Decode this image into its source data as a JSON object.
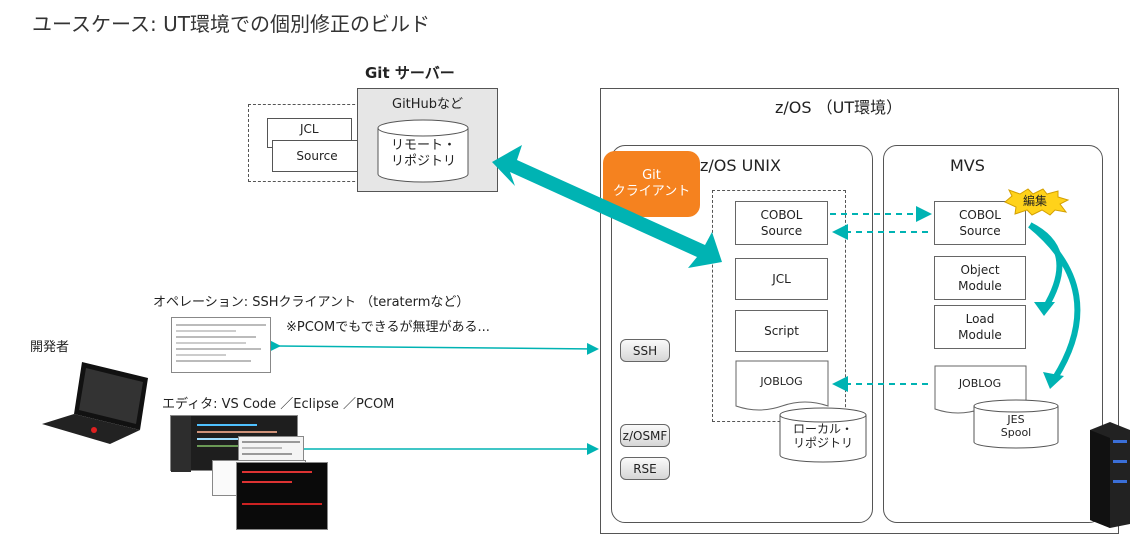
{
  "title": "ユースケース: UT環境での個別修正のビルド",
  "git_server": {
    "title": "Git サーバー",
    "host_label": "GitHubなど",
    "repo_label": "リモート・\nリポジトリ",
    "jcl": "JCL",
    "source": "Source"
  },
  "zos": {
    "title": "z/OS （UT環境）",
    "unix_title": "z/OS UNIX",
    "mvs_title": "MVS",
    "git_client": "Git\nクライアント",
    "ssh": "SSH",
    "zosmf": "z/OSMF",
    "rse": "RSE",
    "local_repo": "ローカル・\nリポジトリ",
    "unix_items": {
      "cobol": "COBOL\nSource",
      "jcl": "JCL",
      "script": "Script",
      "joblog": "JOBLOG"
    },
    "mvs_items": {
      "cobol": "COBOL\nSource",
      "object": "Object\nModule",
      "load": "Load\nModule",
      "joblog": "JOBLOG",
      "jes": "JES\nSpool"
    },
    "edit_badge": "編集"
  },
  "operation": {
    "label": "オペレーション: SSHクライアント （teratermなど）",
    "note": "※PCOMでもできるが無理がある..."
  },
  "editor": {
    "label": "エディタ: VS Code ／Eclipse ／PCOM"
  },
  "developer": "開発者",
  "colors": {
    "teal": "#00b3b3",
    "orange": "#f5821f",
    "yellow": "#ffd21a"
  },
  "icons": [
    "laptop-icon",
    "mainframe-icon"
  ]
}
